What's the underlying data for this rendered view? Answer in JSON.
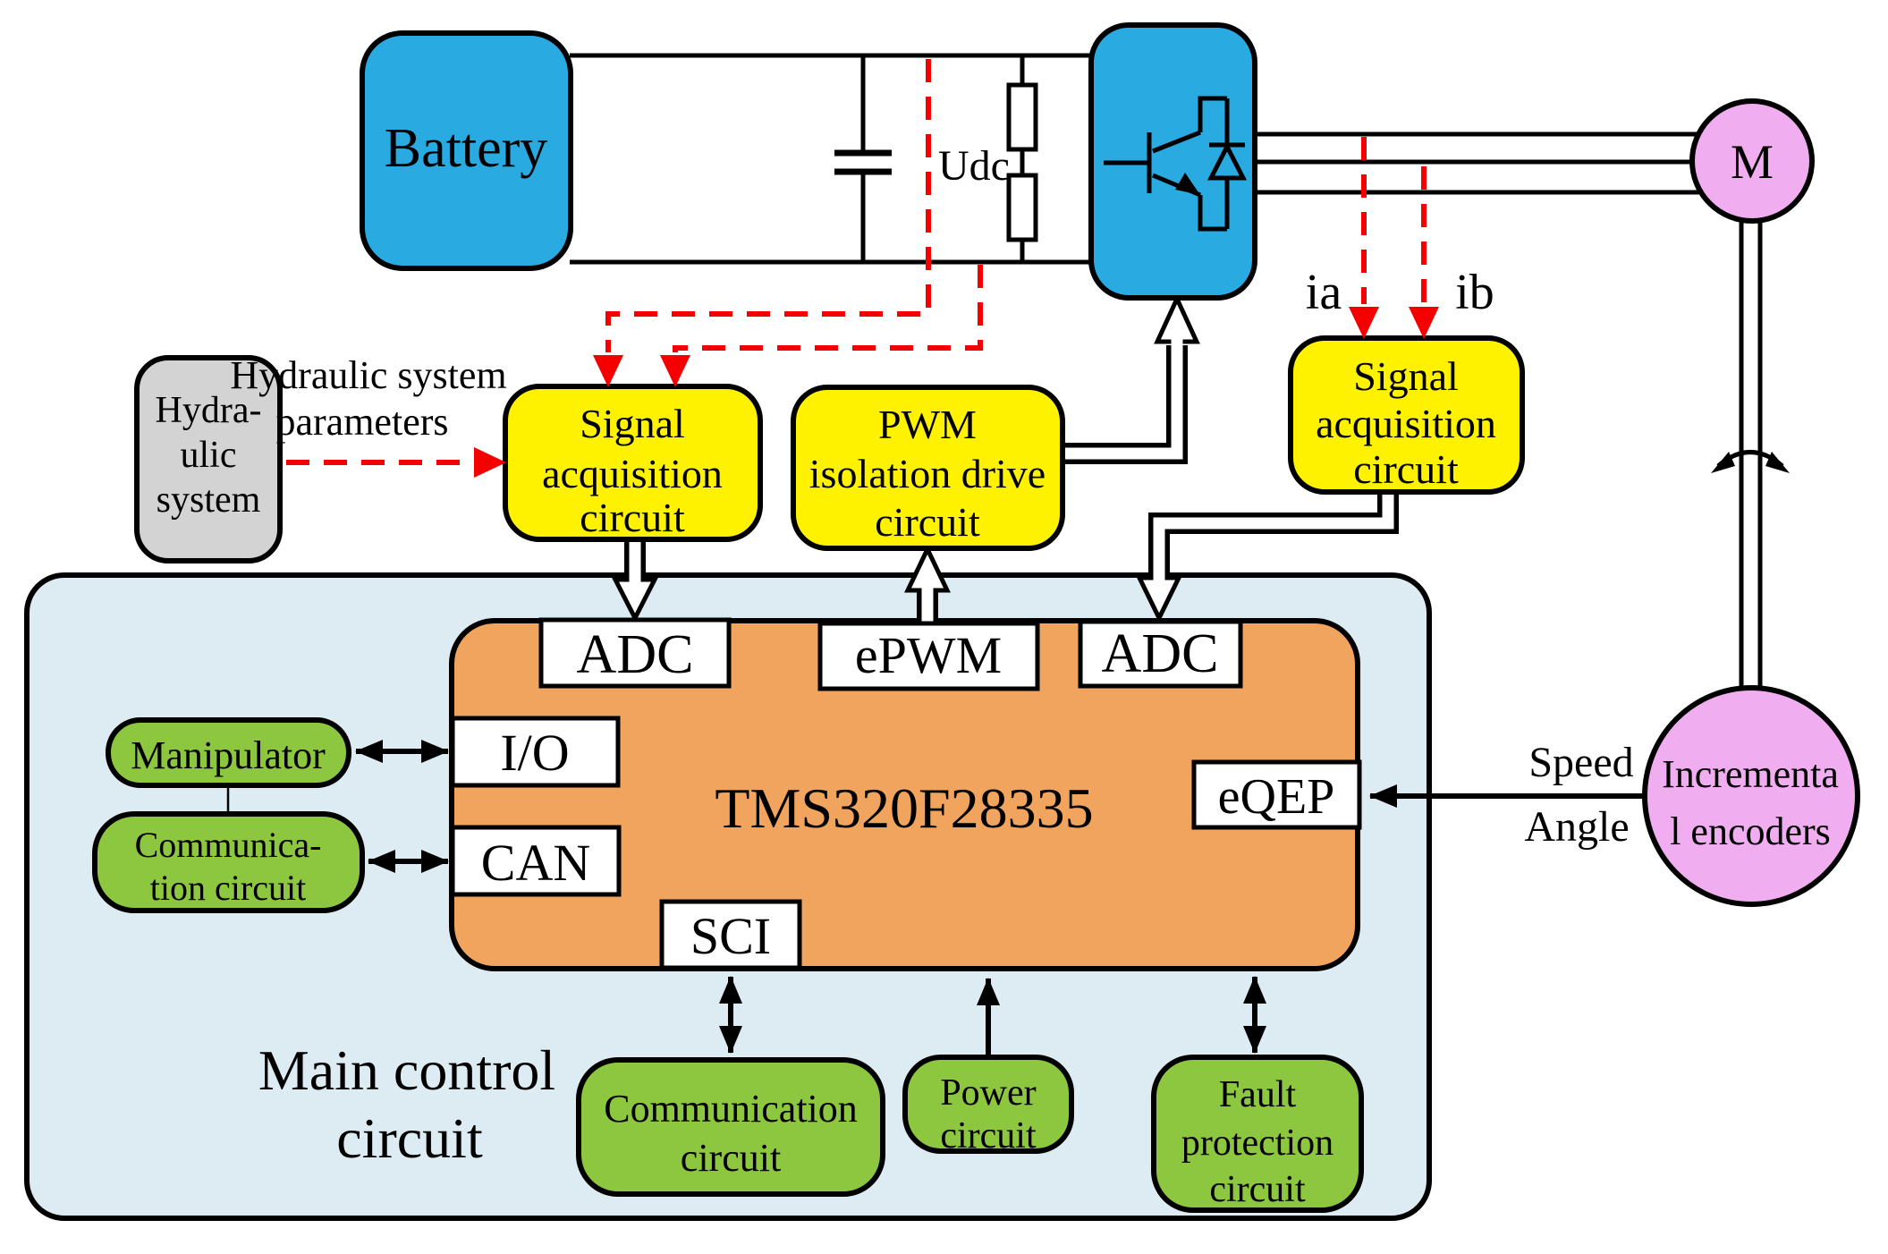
{
  "colors": {
    "blue": "#29ABE2",
    "yellow": "#FFF200",
    "green": "#8DC63F",
    "orange": "#F1A45E",
    "light_blue": "#DDEBF2",
    "gray": "#D3D3D3",
    "plum": "#F0ADEF",
    "red": "#F40000",
    "white": "#FFFFFF"
  },
  "top": {
    "battery": "Battery",
    "udc": "Udc",
    "ia": "ia",
    "ib": "ib",
    "motor": "M"
  },
  "hydraulic": {
    "line1": "Hydra-",
    "line2": "ulic",
    "line3": "system"
  },
  "hydraulic_params": {
    "line1": "Hydraulic system",
    "line2": "parameters"
  },
  "signal_acq_left": {
    "line1": "Signal",
    "line2": "acquisition",
    "line3": "circuit"
  },
  "pwm_isolation": {
    "line1": "PWM",
    "line2": "isolation drive",
    "line3": "circuit"
  },
  "signal_acq_right": {
    "line1": "Signal",
    "line2": "acquisition",
    "line3": "circuit"
  },
  "mcu": {
    "chip": "TMS320F28335",
    "adc_left": "ADC",
    "epwm": "ePWM",
    "adc_right": "ADC",
    "io": "I/O",
    "can": "CAN",
    "sci": "SCI",
    "eqep": "eQEP"
  },
  "left": {
    "manipulator": "Manipulator",
    "comm_line1": "Communica-",
    "comm_line2": "tion circuit"
  },
  "main_label": {
    "line1": "Main control",
    "line2": "circuit"
  },
  "bottom": {
    "comm_line1": "Communication",
    "comm_line2": "circuit",
    "power_line1": "Power",
    "power_line2": "circuit",
    "fault_line1": "Fault",
    "fault_line2": "protection",
    "fault_line3": "circuit"
  },
  "right": {
    "speed": "Speed",
    "angle": "Angle",
    "encoders_line1": "Incrementa",
    "encoders_line2": "l encoders"
  }
}
